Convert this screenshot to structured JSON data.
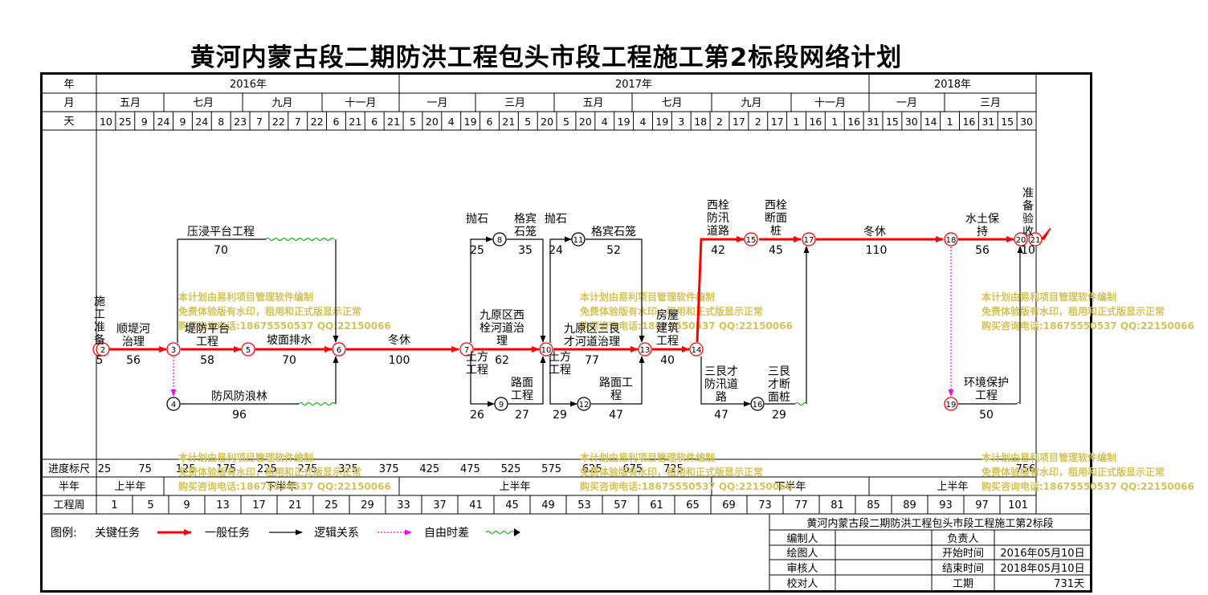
{
  "title": "黄河内蒙古段二期防洪工程包头市段工程施工第2标段网络计划",
  "header": {
    "row_labels": {
      "year": "年",
      "month": "月",
      "day": "天"
    },
    "years": [
      "2016年",
      "2017年",
      "2018年"
    ],
    "months": [
      "五月",
      "七月",
      "九月",
      "十一月",
      "一月",
      "三月",
      "五月",
      "七月",
      "九月",
      "十一月",
      "一月",
      "三月"
    ],
    "days": [
      "10",
      "25",
      "9",
      "24",
      "9",
      "24",
      "8",
      "23",
      "7",
      "22",
      "7",
      "22",
      "6",
      "21",
      "6",
      "21",
      "5",
      "20",
      "4",
      "19",
      "6",
      "21",
      "5",
      "20",
      "5",
      "20",
      "4",
      "19",
      "4",
      "19",
      "3",
      "18",
      "2",
      "17",
      "2",
      "17",
      "1",
      "16",
      "1",
      "16",
      "31",
      "15",
      "30",
      "14",
      "1",
      "16",
      "31",
      "15",
      "30"
    ]
  },
  "footer": {
    "scale_label": "进度标尺",
    "scale_values": [
      "25",
      "75",
      "125",
      "175",
      "225",
      "275",
      "325",
      "375",
      "425",
      "475",
      "525",
      "575",
      "625",
      "675",
      "725",
      "756"
    ],
    "half_label": "半年",
    "half_values": [
      "上半年",
      "下半年",
      "上半年",
      "下半年",
      "上半年"
    ],
    "week_label": "工程周",
    "week_values": [
      "1",
      "5",
      "9",
      "13",
      "17",
      "21",
      "25",
      "29",
      "33",
      "37",
      "41",
      "45",
      "49",
      "53",
      "57",
      "61",
      "65",
      "69",
      "73",
      "77",
      "81",
      "85",
      "89",
      "93",
      "97",
      "101"
    ]
  },
  "legend": {
    "label": "图例:",
    "critical": "关键任务",
    "general": "一般任务",
    "logic": "逻辑关系",
    "float": "自由时差",
    "colors": {
      "critical": "#ff0000",
      "general": "#000000",
      "float": "#ff00ff",
      "wave": "#00aa00",
      "watermark": "#d4c25a"
    }
  },
  "title_block": {
    "project": "黄河内蒙古段二期防洪工程包头市段工程施工第2标段",
    "editor_label": "编制人",
    "owner_label": "负责人",
    "drawer_label": "绘图人",
    "start_label": "开始时间",
    "start_value": "2016年05月10日",
    "reviewer_label": "审核人",
    "end_label": "结束时间",
    "end_value": "2018年05月10日",
    "checker_label": "校对人",
    "duration_label": "工期",
    "duration_value": "731天"
  },
  "watermark": {
    "line1": "本计划由易利项目管理软件编制",
    "line2": "免费体验版有水印，租用和正式版显示正常",
    "line3": "购买咨询电话:18675550537 QQ:22150066"
  },
  "nodes": [
    "1",
    "2",
    "3",
    "4",
    "5",
    "6",
    "7",
    "8",
    "9",
    "10",
    "11",
    "12",
    "13",
    "14",
    "15",
    "16",
    "17",
    "18",
    "19",
    "20",
    "21"
  ],
  "tasks": {
    "t1": {
      "name": "施工准备",
      "dur": "5"
    },
    "t2": {
      "name": "顺堤河治理",
      "dur": "56"
    },
    "t3": {
      "name": "堤防平台工程",
      "dur": "58"
    },
    "t4": {
      "name": "坡面排水",
      "dur": "70"
    },
    "t5": {
      "name": "压浸平台工程",
      "dur": "70"
    },
    "t6": {
      "name": "防风防浪林",
      "dur": "96"
    },
    "t7": {
      "name": "冬休",
      "dur": "100"
    },
    "t8": {
      "name": "抛石",
      "dur": "25"
    },
    "t9": {
      "name": "格宾石笼",
      "dur": "35"
    },
    "t10": {
      "name": "九原区西栓河道治理",
      "dur": "62"
    },
    "t11": {
      "name": "土方工程",
      "dur": "26"
    },
    "t12": {
      "name": "路面工程",
      "dur": "27"
    },
    "t13": {
      "name": "抛石",
      "dur": "24"
    },
    "t14": {
      "name": "格宾石笼",
      "dur": "52"
    },
    "t15": {
      "name": "九原区三艮才河道治理",
      "dur": "77"
    },
    "t16": {
      "name": "土方工程",
      "dur": "29"
    },
    "t17": {
      "name": "路面工程",
      "dur": "47"
    },
    "t18": {
      "name": "房屋建筑工程",
      "dur": "40"
    },
    "t19": {
      "name": "西栓防汛道路",
      "dur": "42"
    },
    "t20": {
      "name": "西栓断面桩",
      "dur": "45"
    },
    "t21": {
      "name": "冬休",
      "dur": "110"
    },
    "t22": {
      "name": "三艮才防汛道路",
      "dur": "47"
    },
    "t23": {
      "name": "三艮才断面桩",
      "dur": "29"
    },
    "t24": {
      "name": "水土保持",
      "dur": "56"
    },
    "t25": {
      "name": "环境保护工程",
      "dur": "50"
    },
    "t26": {
      "name": "准备验收",
      "dur": "10"
    }
  }
}
